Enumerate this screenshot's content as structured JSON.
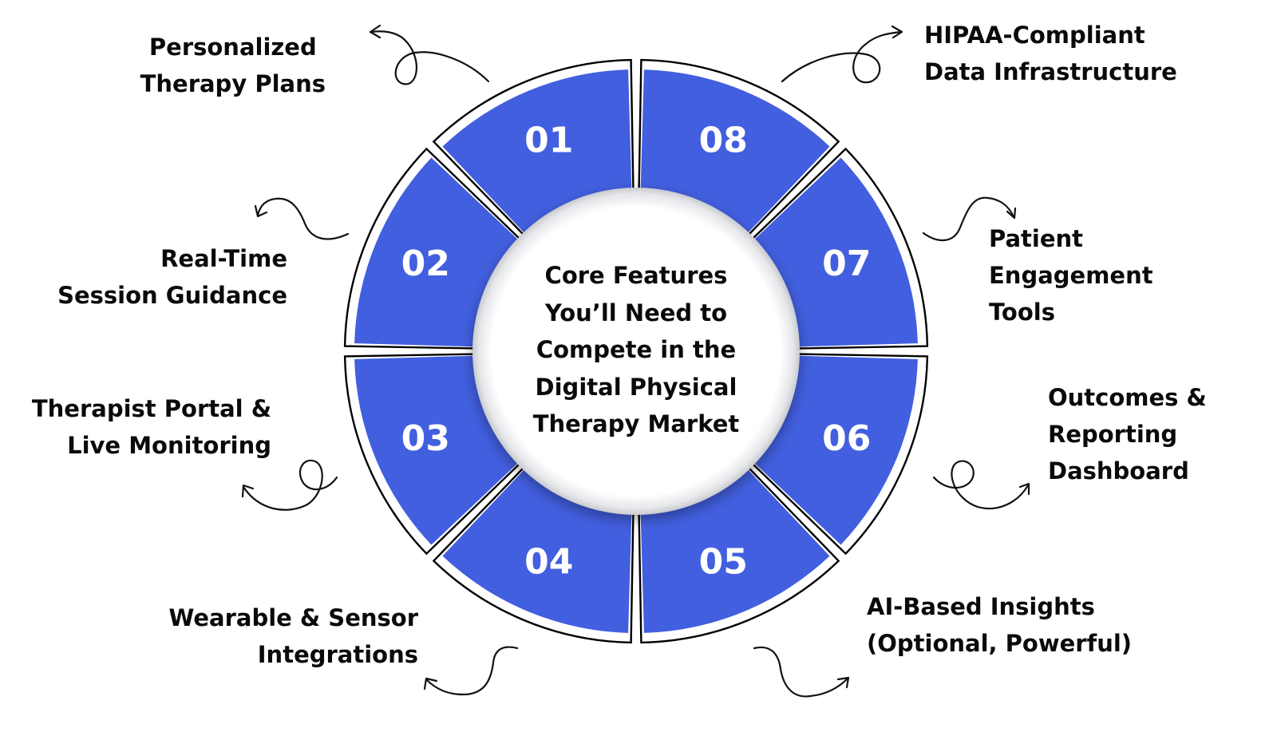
{
  "title": {
    "lines": [
      "Core Features",
      "You’ll Need to",
      "Compete in the",
      "Digital Physical",
      "Therapy Market"
    ]
  },
  "colors": {
    "segment_fill": "#425fdf",
    "outline": "#000000",
    "text": "#0a0a0a",
    "number_text": "#ffffff"
  },
  "segments": [
    {
      "number": "01",
      "lines": [
        "Personalized",
        "Therapy Plans"
      ]
    },
    {
      "number": "02",
      "lines": [
        "Real-Time",
        "Session Guidance"
      ]
    },
    {
      "number": "03",
      "lines": [
        "Therapist Portal &",
        "Live Monitoring"
      ]
    },
    {
      "number": "04",
      "lines": [
        "Wearable & Sensor",
        "Integrations"
      ]
    },
    {
      "number": "05",
      "lines": [
        "AI-Based Insights",
        "(Optional, Powerful)"
      ]
    },
    {
      "number": "06",
      "lines": [
        "Outcomes &",
        "Reporting",
        "Dashboard"
      ]
    },
    {
      "number": "07",
      "lines": [
        "Patient",
        "Engagement",
        "Tools"
      ]
    },
    {
      "number": "08",
      "lines": [
        "HIPAA-Compliant",
        "Data Infrastructure"
      ]
    }
  ],
  "icons": {
    "arrows": "curly-arrow-icon"
  }
}
